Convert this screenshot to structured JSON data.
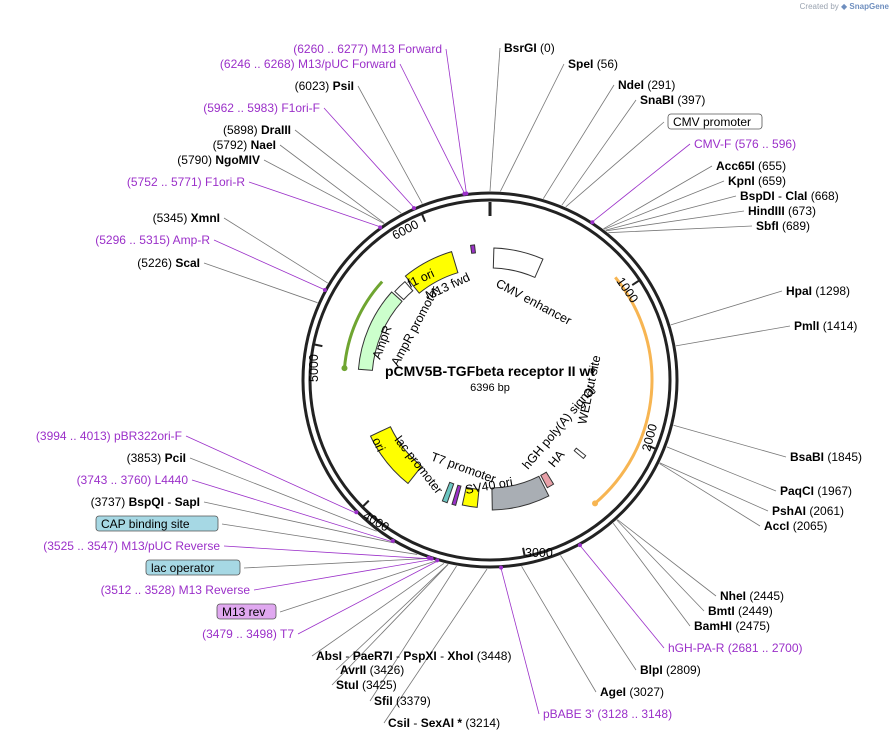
{
  "header": {
    "credit_prefix": "Created by",
    "credit_brand": "SnapGene"
  },
  "plasmid": {
    "name": "pCMV5B-TGFbeta receptor II wt",
    "size_label": "6396 bp",
    "length_bp": 6396,
    "ticks": [
      "1000",
      "2000",
      "3000",
      "4000",
      "5000",
      "6000"
    ]
  },
  "colors": {
    "backbone": "#222222",
    "feature_text": "#9b30c9",
    "ori": "#ffff00",
    "promoter": "#ffffff",
    "ampR": "#ccffcc",
    "hgh_polya": "#a9aeb4",
    "sv40_ori": "#ffff00",
    "ha": "#e8a0a8",
    "orf_arrow": "#f7b552",
    "ampR_arrow": "#6fa531",
    "box_cyan": "#a6d8e4",
    "box_purple": "#e0a8f0"
  },
  "labels": [
    {
      "name": "BsrGI",
      "pos": "(0)",
      "bp": 0
    },
    {
      "name": "SpeI",
      "pos": "(56)",
      "bp": 56
    },
    {
      "name": "NdeI",
      "pos": "(291)",
      "bp": 291
    },
    {
      "name": "SnaBI",
      "pos": "(397)",
      "bp": 397
    },
    {
      "box": "CMV promoter",
      "bp": 420
    },
    {
      "feature": "CMV-F",
      "range": "(576 .. 596)",
      "bp": 586
    },
    {
      "name": "Acc65I",
      "pos": "(655)",
      "bp": 655
    },
    {
      "name": "KpnI",
      "pos": "(659)",
      "bp": 659
    },
    {
      "name": "BspDI",
      "extra": "ClaI",
      "pos": "(668)",
      "bp": 668
    },
    {
      "name": "HindIII",
      "pos": "(673)",
      "bp": 673
    },
    {
      "name": "SbfI",
      "pos": "(689)",
      "bp": 689
    },
    {
      "name": "HpaI",
      "pos": "(1298)",
      "bp": 1298
    },
    {
      "name": "PmlI",
      "pos": "(1414)",
      "bp": 1414
    },
    {
      "name": "BsaBI",
      "pos": "(1845)",
      "bp": 1845
    },
    {
      "name": "PaqCI",
      "pos": "(1967)",
      "bp": 1967
    },
    {
      "name": "PshAI",
      "pos": "(2061)",
      "bp": 2061
    },
    {
      "name": "AccI",
      "pos": "(2065)",
      "bp": 2065
    },
    {
      "name": "NheI",
      "pos": "(2445)",
      "bp": 2445
    },
    {
      "name": "BmtI",
      "pos": "(2449)",
      "bp": 2449
    },
    {
      "name": "BamHI",
      "pos": "(2475)",
      "bp": 2475
    },
    {
      "feature": "hGH-PA-R",
      "range": "(2681 .. 2700)",
      "bp": 2690
    },
    {
      "name": "BlpI",
      "pos": "(2809)",
      "bp": 2809
    },
    {
      "name": "AgeI",
      "pos": "(3027)",
      "bp": 3027
    },
    {
      "feature": "pBABE 3'",
      "range": "(3128 .. 3148)",
      "bp": 3138
    },
    {
      "name": "CsiI",
      "extra": "SexAI *",
      "pos": "(3214)",
      "bp": 3214
    },
    {
      "name": "SfiI",
      "pos": "(3379)",
      "bp": 3379
    },
    {
      "name": "StuI",
      "pos": "(3425)",
      "bp": 3425
    },
    {
      "name": "AvrII",
      "pos": "(3426)",
      "bp": 3426
    },
    {
      "name": "AbsI",
      "extra": "PaeR7I",
      "extra2": "PspXI",
      "extra3": "XhoI",
      "pos": "(3448)",
      "bp": 3448
    },
    {
      "feature": "T7",
      "range": "(3479 .. 3498)",
      "bp": 3488
    },
    {
      "box": "M13 rev",
      "bp": 3495
    },
    {
      "feature": "M13 Reverse",
      "range": "(3512 .. 3528)",
      "bp": 3520
    },
    {
      "box": "lac operator",
      "bp": 3540
    },
    {
      "feature": "M13/pUC Reverse",
      "range": "(3525 .. 3547)",
      "bp": 3536
    },
    {
      "box": "CAP binding site",
      "bp": 3600
    },
    {
      "name": "BspQI",
      "extra": "SapI",
      "pos": "(3737)",
      "bp": 3737
    },
    {
      "feature": "L4440",
      "range": "(3743 .. 3760)",
      "bp": 3751
    },
    {
      "name": "PciI",
      "pos": "(3853)",
      "bp": 3853
    },
    {
      "feature": "pBR322ori-F",
      "range": "(3994 .. 4013)",
      "bp": 4003
    },
    {
      "name": "ScaI",
      "pos": "(5226)",
      "bp": 5226
    },
    {
      "feature": "Amp-R",
      "range": "(5296 .. 5315)",
      "bp": 5305
    },
    {
      "name": "XmnI",
      "pos": "(5345)",
      "bp": 5345
    },
    {
      "feature": "F1ori-R",
      "range": "(5752 .. 5771)",
      "bp": 5761
    },
    {
      "name": "NgoMIV",
      "pos": "(5790)",
      "bp": 5790
    },
    {
      "name": "NaeI",
      "pos": "(5792)",
      "bp": 5792
    },
    {
      "name": "DraIII",
      "pos": "(5898)",
      "bp": 5898
    },
    {
      "feature": "F1ori-F",
      "range": "(5962 .. 5983)",
      "bp": 5972
    },
    {
      "name": "PsiI",
      "pos": "(6023)",
      "bp": 6023
    },
    {
      "feature": "M13/pUC Forward",
      "range": "(6246 .. 6268)",
      "bp": 6257
    },
    {
      "feature": "M13 Forward",
      "range": "(6260 .. 6277)",
      "bp": 6268
    }
  ],
  "features": [
    {
      "label": "f1 ori",
      "start": 5700,
      "end": 6100,
      "color": "#ffff00"
    },
    {
      "label": "M13 fwd",
      "start": 6250,
      "end": 6280,
      "color": "#9b30c9"
    },
    {
      "label": "CMV enhancer",
      "start": 30,
      "end": 420,
      "color": "#ffffff"
    },
    {
      "label": "AmpR promoter",
      "start": 5560,
      "end": 5670,
      "color": "#ffffff"
    },
    {
      "label": "AmpR",
      "start": 4880,
      "end": 5540,
      "color": "#ccffcc"
    },
    {
      "label": "ori",
      "start": 3880,
      "end": 4350,
      "color": "#ffff00"
    },
    {
      "label": "lac promoter",
      "start": 3540,
      "end": 3580,
      "color": "#6cc6c2"
    },
    {
      "label": "T7 promoter",
      "start": 3470,
      "end": 3500,
      "color": "#9b30c9"
    },
    {
      "label": "SV40 ori",
      "start": 3300,
      "end": 3420,
      "color": "#ffff00"
    },
    {
      "label": "hGH poly(A) signal",
      "start": 2720,
      "end": 3180,
      "color": "#a9aeb4"
    },
    {
      "label": "HA",
      "start": 2640,
      "end": 2700,
      "color": "#e8a0a8"
    },
    {
      "label": "WELQut site",
      "start": 2280,
      "end": 2310,
      "color": "#ffffff"
    }
  ]
}
